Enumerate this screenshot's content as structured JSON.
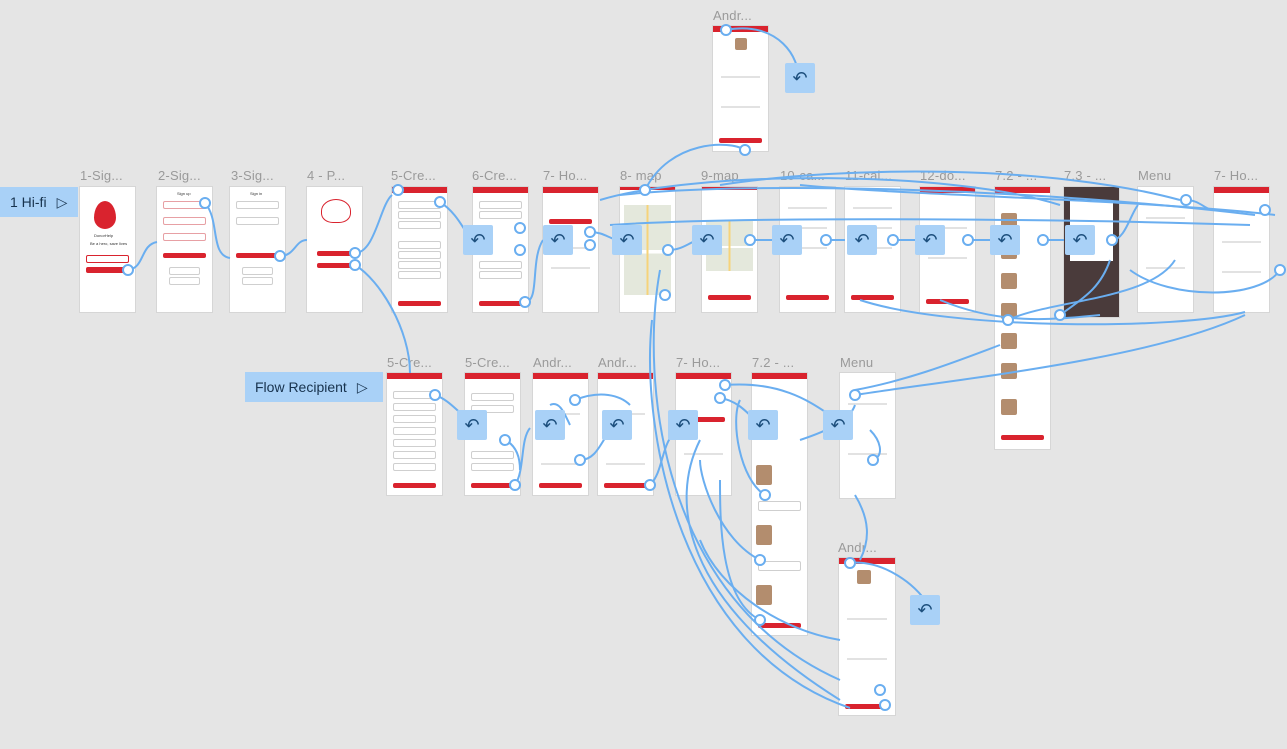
{
  "flows": {
    "hifi": "1 Hi-fi",
    "recipient": "Flow Recipient"
  },
  "frames": {
    "signin1": "1-Sig...",
    "signin2": "2-Sig...",
    "signin3": "3-Sig...",
    "p4": "4 - P...",
    "create5": "5-Cre...",
    "create6": "6-Cre...",
    "home7": "7- Ho...",
    "map8": "8- map",
    "map9": "9-map",
    "cal10": "10-ca...",
    "cal11": "11-cal...",
    "don12": "12-do...",
    "f72": "7.2 - ...",
    "f73": "7.3 - ...",
    "menu": "Menu",
    "home7b": "7- Ho...",
    "andr_top": "Andr...",
    "r_create5": "5-Cre...",
    "r_create5b": "5-Cre...",
    "r_andr1": "Andr...",
    "r_andr2": "Andr...",
    "r_home7": "7- Ho...",
    "r_f72": "7.2 - ...",
    "r_menu": "Menu",
    "andr_bottom": "Andr..."
  },
  "frame_text": {
    "app_name": "DonorHelp",
    "tagline": "Be a hero, save lives",
    "sign_up": "Sign up",
    "log_in": "Log In",
    "sign_in": "Sign in"
  },
  "icons": {
    "back": "↶",
    "play": "▷"
  },
  "colors": {
    "canvas": "#e5e5e5",
    "accent": "#d9232e",
    "wire": "#6aaef0",
    "chip": "#a9d1f7"
  }
}
